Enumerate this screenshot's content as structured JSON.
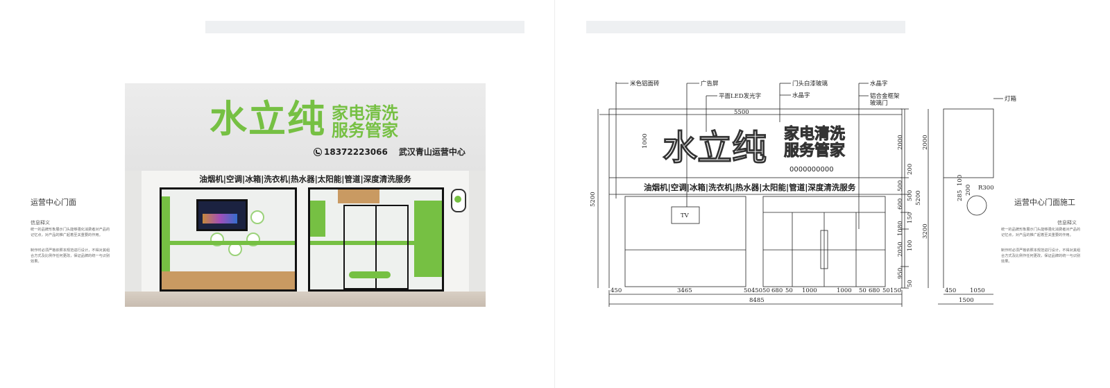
{
  "left_panel": {
    "title": "运营中心门面",
    "info_heading": "信息释义",
    "para1": "统一的品牌形象展示门头能够强化消费者对产品的记忆点，对产品的推广起着至关重要的作用。",
    "para2": "制作时必须严格依照本规范进行设计，不得对其组合方式及比例作任何更改，保证品牌的统一与识别效果。",
    "sign": {
      "brand": "水立纯",
      "slogan_line1": "家电清洗",
      "slogan_line2": "服务管家",
      "phone": "18372223066",
      "center_name": "武汉青山运营中心"
    },
    "services_text": "油烟机|空调|冰箱|洗衣机|热水器|太阳能|管道|深度清洗服务"
  },
  "right_panel": {
    "title": "运营中心门面施工",
    "info_heading": "信息释义",
    "para1": "统一的品牌形象展示门头能够强化消费者对产品的记忆点，对产品的推广起着至关重要的作用。",
    "para2": "制作时必须严格依照本规范进行设计，不得对其组合方式及比例作任何更改，保证品牌的统一与识别效果。",
    "sign_brand": "水立纯",
    "sign_slogan1": "家电清洗",
    "sign_slogan2": "服务管家",
    "sign_phone": "0000000000",
    "services_text": "油烟机|空调|冰箱|洗衣机|热水器|太阳能|管道|深度清洗服务",
    "tv_label": "TV",
    "callouts": {
      "c1": "米色铝面砖",
      "c2": "广告屏",
      "c3": "平面LED发光字",
      "c4": "门头白漆玻璃",
      "c5": "水晶字",
      "c6": "水晶字",
      "c7": "铝合金框架",
      "c8": "玻璃门",
      "c9": "灯箱"
    },
    "dims": {
      "total_width_top": "5500",
      "sign_height_small": "1000",
      "left_total_height": "5200",
      "r_2000": "2000",
      "r_500a": "500",
      "r_500b": "500",
      "r_600": "600",
      "r_1080": "1080",
      "r_2050": "2050",
      "r_950": "950",
      "r_50": "50",
      "r_100": "100",
      "r_150": "150",
      "r_200": "200",
      "bottom_450": "450",
      "bottom_3465": "3465",
      "bottom_chain1": "5045050",
      "bottom_680a": "680",
      "bottom_50a": "50",
      "bottom_1000a": "1000",
      "bottom_1000b": "1000",
      "bottom_50b": "50",
      "bottom_680b": "680",
      "bottom_chain2": "50150",
      "bottom_total": "8485",
      "side_2000": "2000",
      "side_5200": "5200",
      "side_3200": "3200",
      "side_radius": "R300",
      "side_285": "285",
      "side_100": "100",
      "side_200": "200",
      "side_450": "450",
      "side_1050": "1050",
      "side_1500": "1500"
    }
  },
  "colors": {
    "brand_green": "#76c043",
    "ink": "#222222",
    "header_bar": "#eef0f2"
  }
}
